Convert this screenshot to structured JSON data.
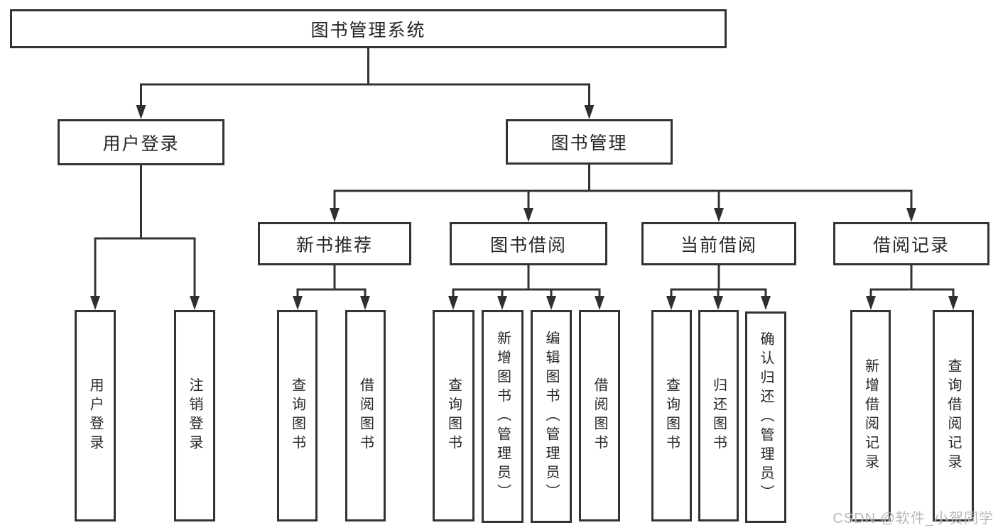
{
  "tree": {
    "root": {
      "label": "图书管理系统"
    },
    "children": [
      {
        "label": "用户登录",
        "children": [
          {
            "label": "用户登录"
          },
          {
            "label": "注销登录"
          }
        ]
      },
      {
        "label": "图书管理",
        "children": [
          {
            "label": "新书推荐",
            "children": [
              {
                "label": "查询图书"
              },
              {
                "label": "借阅图书"
              }
            ]
          },
          {
            "label": "图书借阅",
            "children": [
              {
                "label": "查询图书"
              },
              {
                "label": "新增图书（管理员）"
              },
              {
                "label": "编辑图书（管理员）"
              },
              {
                "label": "借阅图书"
              }
            ]
          },
          {
            "label": "当前借阅",
            "children": [
              {
                "label": "查询图书"
              },
              {
                "label": "归还图书"
              },
              {
                "label": "确认归还（管理员）"
              }
            ]
          },
          {
            "label": "借阅记录",
            "children": [
              {
                "label": "新增借阅记录"
              },
              {
                "label": "查询借阅记录"
              }
            ]
          }
        ]
      }
    ]
  },
  "watermark": "CSDN @软件_小贺同学",
  "colors": {
    "line": "#333333",
    "box_border": "#333333",
    "text": "#262626",
    "background": "#ffffff",
    "watermark": "#b9b9b9"
  }
}
